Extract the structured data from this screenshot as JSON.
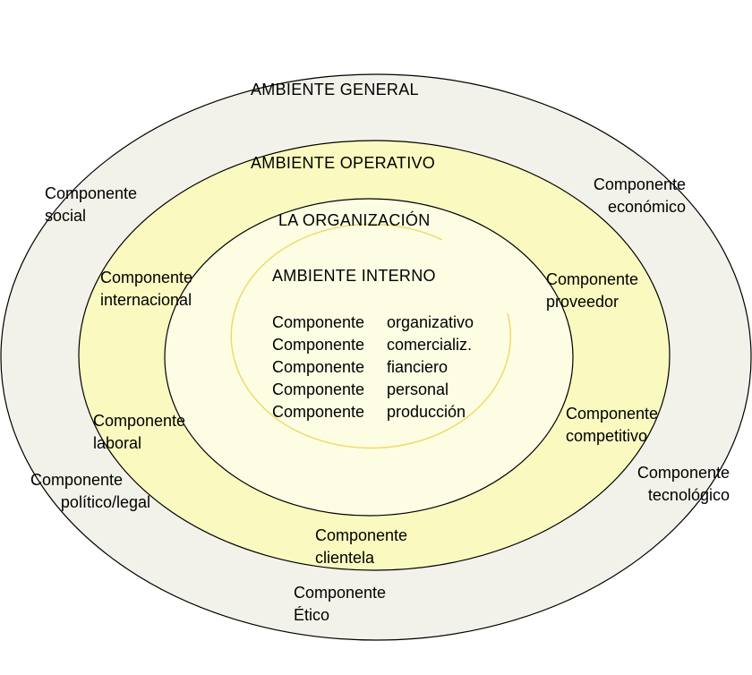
{
  "colors": {
    "outer_fill": "#f3f2ea",
    "operative_fill": "#fafac0",
    "organization_fill": "#fdfde4",
    "internal_arc": "#f0d860",
    "stroke": "#000000"
  },
  "outer": {
    "title": "AMBIENTE  GENERAL",
    "social": [
      "Componente",
      "social"
    ],
    "economico": [
      "Componente",
      "económico"
    ],
    "politico": [
      "Componente",
      "político/legal"
    ],
    "tecnologico": [
      "Componente",
      "tecnológico"
    ],
    "etico": [
      "Componente",
      "Ético"
    ]
  },
  "operative": {
    "title": "AMBIENTE  OPERATIVO",
    "internacional": [
      "Componente",
      "internacional"
    ],
    "proveedor": [
      "Componente",
      "proveedor"
    ],
    "laboral": [
      "Componente",
      "laboral"
    ],
    "competitivo": [
      "Componente",
      "competitivo"
    ],
    "clientela": [
      "Componente",
      "clientela"
    ]
  },
  "organization": {
    "title": "LA ORGANIZACIÓN"
  },
  "internal": {
    "title": "AMBIENTE  INTERNO",
    "items": [
      [
        "Componente",
        "organizativo"
      ],
      [
        "Componente",
        "comercializ."
      ],
      [
        "Componente",
        "fianciero"
      ],
      [
        "Componente",
        "personal"
      ],
      [
        "Componente",
        "producción"
      ]
    ]
  }
}
